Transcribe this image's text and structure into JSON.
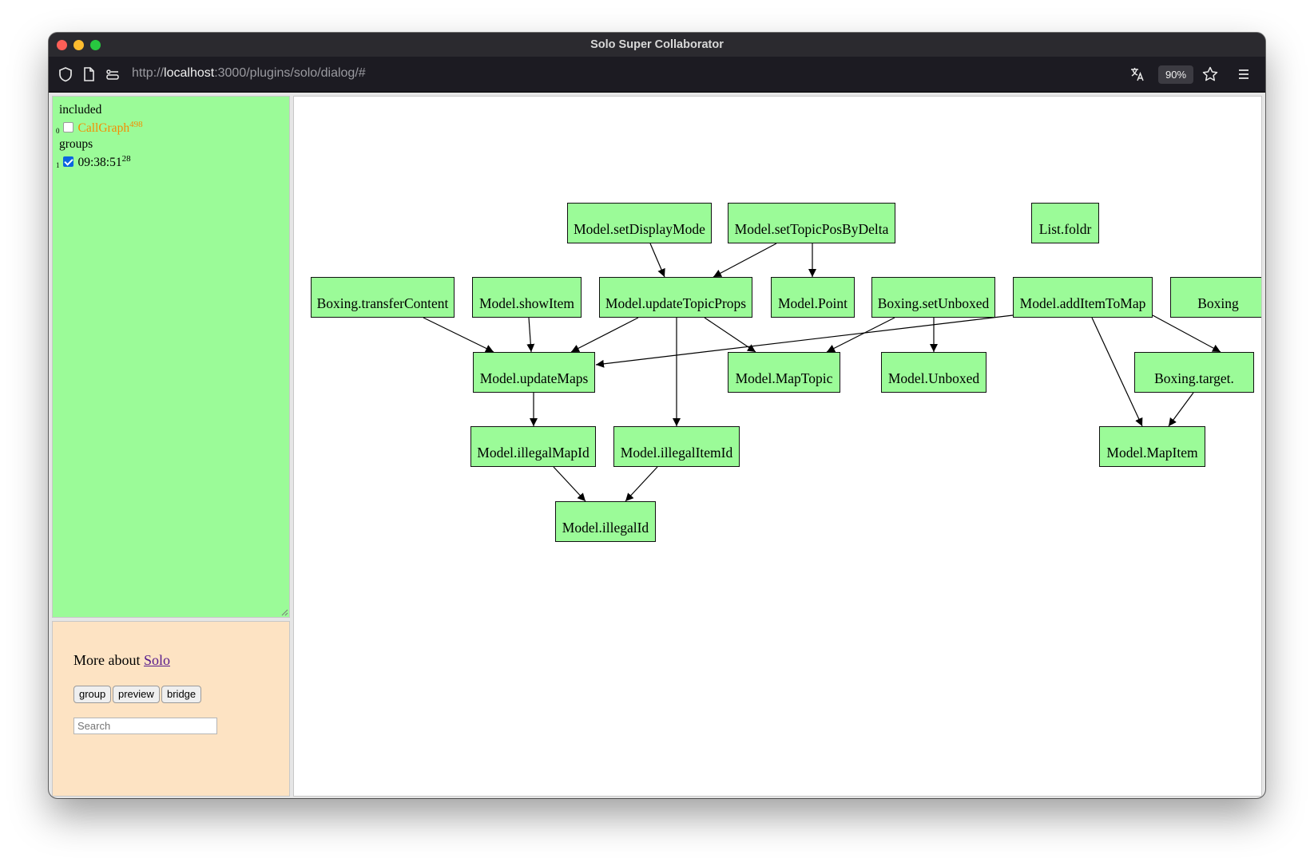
{
  "window": {
    "title": "Solo Super Collaborator"
  },
  "navbar": {
    "url_scheme": "http://",
    "url_host": "localhost",
    "url_rest": ":3000/plugins/solo/dialog/#",
    "zoom": "90%"
  },
  "sidebar": {
    "included_label": "included",
    "included_items": [
      {
        "index": "0",
        "label": "CallGraph",
        "count": "498",
        "checked": false,
        "color": "#f68c00"
      }
    ],
    "groups_label": "groups",
    "group_items": [
      {
        "index": "1",
        "label": "09:38:51",
        "count": "28",
        "checked": true
      }
    ]
  },
  "panel": {
    "more_prefix": "More about ",
    "more_link": "Solo",
    "buttons": [
      "group",
      "preview",
      "bridge"
    ],
    "search_placeholder": "Search"
  },
  "graph": {
    "node_fill": "#9bfb98",
    "nodes": [
      {
        "id": "setDisplayMode",
        "label": "Model.setDisplayMode"
      },
      {
        "id": "setTopicPosByDelta",
        "label": "Model.setTopicPosByDelta"
      },
      {
        "id": "foldr",
        "label": "List.foldr"
      },
      {
        "id": "transferContent",
        "label": "Boxing.transferContent"
      },
      {
        "id": "showItem",
        "label": "Model.showItem"
      },
      {
        "id": "updateTopicProps",
        "label": "Model.updateTopicProps"
      },
      {
        "id": "point",
        "label": "Model.Point"
      },
      {
        "id": "setUnboxed",
        "label": "Boxing.setUnboxed"
      },
      {
        "id": "addItemToMap",
        "label": "Model.addItemToMap"
      },
      {
        "id": "boxingCut",
        "label": "Boxing"
      },
      {
        "id": "updateMaps",
        "label": "Model.updateMaps"
      },
      {
        "id": "mapTopic",
        "label": "Model.MapTopic"
      },
      {
        "id": "unboxed",
        "label": "Model.Unboxed"
      },
      {
        "id": "targetCut",
        "label": "Boxing.target."
      },
      {
        "id": "illegalMapId",
        "label": "Model.illegalMapId"
      },
      {
        "id": "illegalItemId",
        "label": "Model.illegalItemId"
      },
      {
        "id": "mapItem",
        "label": "Model.MapItem"
      },
      {
        "id": "illegalId",
        "label": "Model.illegalId"
      }
    ],
    "edges": [
      [
        "setDisplayMode",
        "updateTopicProps"
      ],
      [
        "setTopicPosByDelta",
        "updateTopicProps"
      ],
      [
        "setTopicPosByDelta",
        "point"
      ],
      [
        "transferContent",
        "updateMaps"
      ],
      [
        "showItem",
        "updateMaps"
      ],
      [
        "updateTopicProps",
        "updateMaps"
      ],
      [
        "updateTopicProps",
        "mapTopic"
      ],
      [
        "updateTopicProps",
        "illegalItemId"
      ],
      [
        "setUnboxed",
        "mapTopic"
      ],
      [
        "setUnboxed",
        "unboxed"
      ],
      [
        "addItemToMap",
        "updateMaps"
      ],
      [
        "addItemToMap",
        "mapItem"
      ],
      [
        "addItemToMap",
        "targetCut"
      ],
      [
        "targetCut",
        "mapItem"
      ],
      [
        "updateMaps",
        "illegalMapId"
      ],
      [
        "illegalMapId",
        "illegalId"
      ],
      [
        "illegalItemId",
        "illegalId"
      ]
    ]
  }
}
